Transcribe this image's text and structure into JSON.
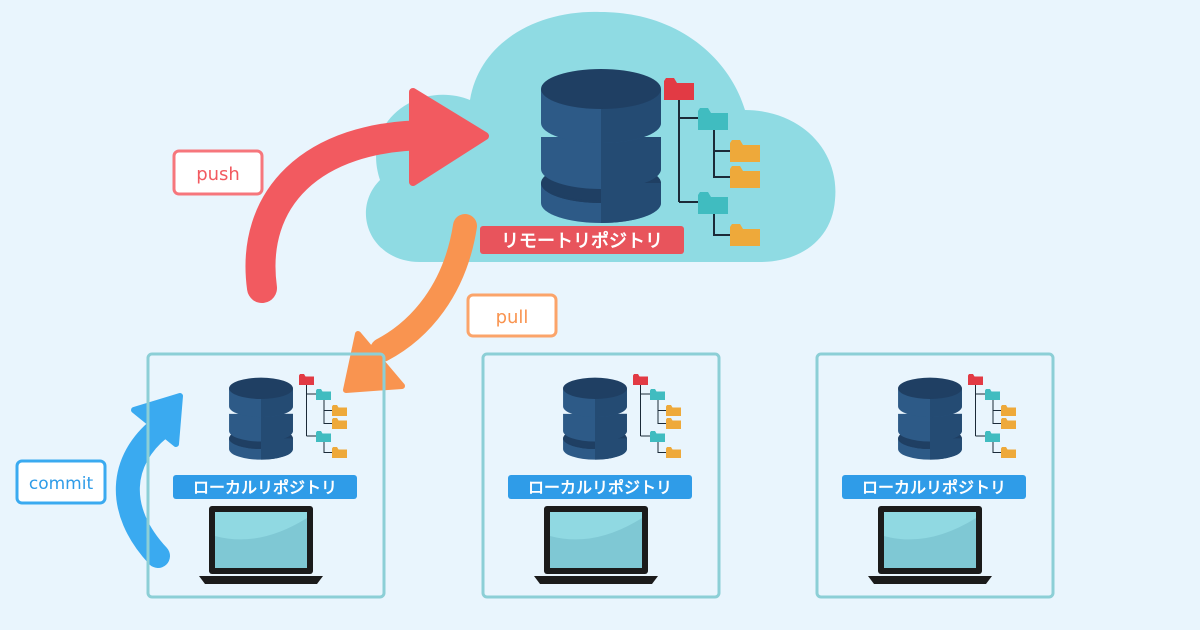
{
  "remote": {
    "label": "リモートリポジトリ",
    "label_color": "#e8545c"
  },
  "actions": {
    "push": {
      "label": "push",
      "color": "#f25a60"
    },
    "pull": {
      "label": "pull",
      "color": "#f99450"
    },
    "commit": {
      "label": "commit",
      "color": "#3aaaf0"
    }
  },
  "local_repos": [
    {
      "label": "ローカルリポジトリ"
    },
    {
      "label": "ローカルリポジトリ"
    },
    {
      "label": "ローカルリポジトリ"
    }
  ],
  "colors": {
    "background": "#e9f5fd",
    "cloud": "#8fdbe3",
    "database": "#2d5a87",
    "database_dark": "#1f3f63",
    "folder_root": "#e23a44",
    "folder_branch": "#40bcc0",
    "folder_leaf": "#eea93a",
    "box_border": "#8ccfd6",
    "local_label": "#2f9ce8",
    "laptop_screen": "#90d9e2"
  },
  "icons": [
    "database-icon",
    "folder-tree-icon",
    "laptop-icon",
    "cloud-icon"
  ]
}
